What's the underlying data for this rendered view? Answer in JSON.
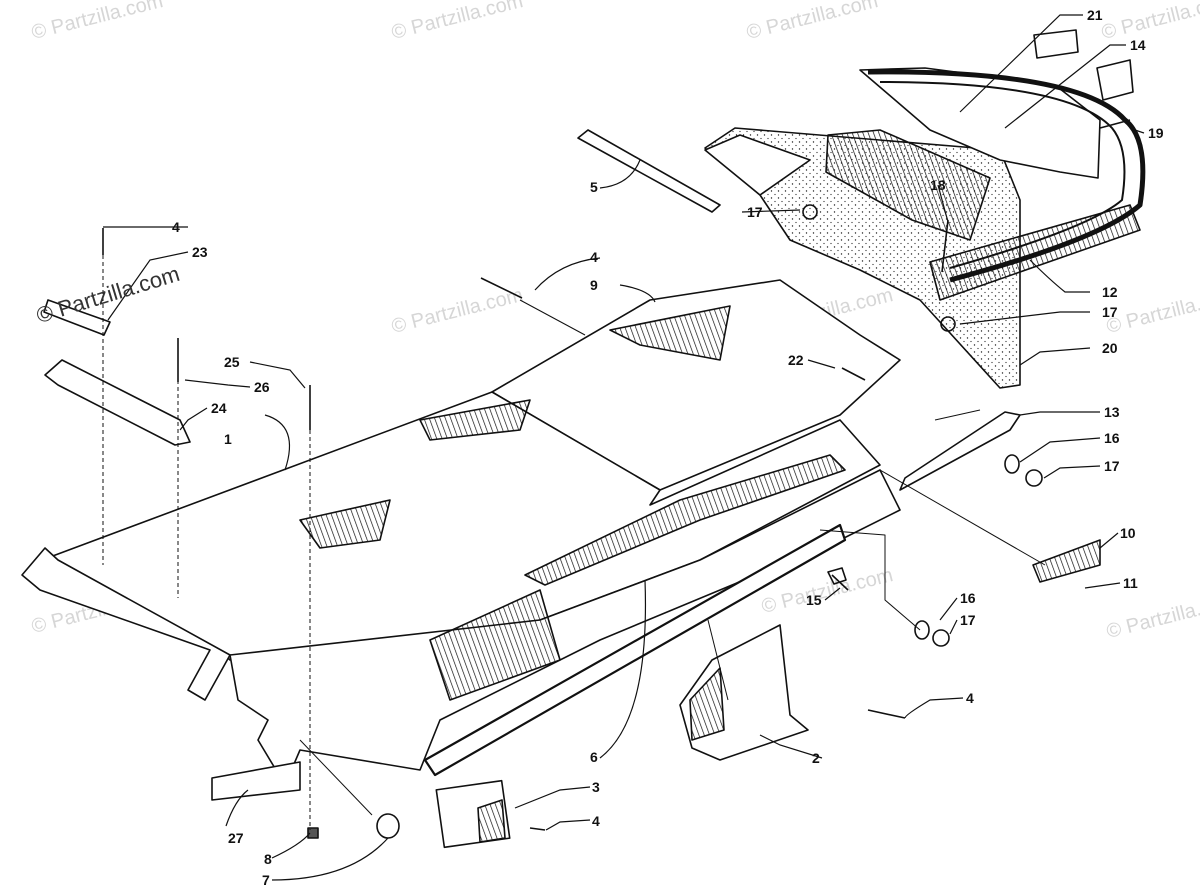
{
  "watermark": {
    "text": "© Partzilla.com"
  },
  "callouts": [
    {
      "n": "1"
    },
    {
      "n": "2"
    },
    {
      "n": "3"
    },
    {
      "n": "4"
    },
    {
      "n": "4"
    },
    {
      "n": "4"
    },
    {
      "n": "4"
    },
    {
      "n": "4"
    },
    {
      "n": "5"
    },
    {
      "n": "6"
    },
    {
      "n": "7"
    },
    {
      "n": "8"
    },
    {
      "n": "9"
    },
    {
      "n": "10"
    },
    {
      "n": "11"
    },
    {
      "n": "12"
    },
    {
      "n": "13"
    },
    {
      "n": "14"
    },
    {
      "n": "15"
    },
    {
      "n": "16"
    },
    {
      "n": "16"
    },
    {
      "n": "17"
    },
    {
      "n": "17"
    },
    {
      "n": "17"
    },
    {
      "n": "17"
    },
    {
      "n": "18"
    },
    {
      "n": "19"
    },
    {
      "n": "20"
    },
    {
      "n": "21"
    },
    {
      "n": "22"
    },
    {
      "n": "23"
    },
    {
      "n": "24"
    },
    {
      "n": "25"
    },
    {
      "n": "26"
    },
    {
      "n": "27"
    }
  ]
}
